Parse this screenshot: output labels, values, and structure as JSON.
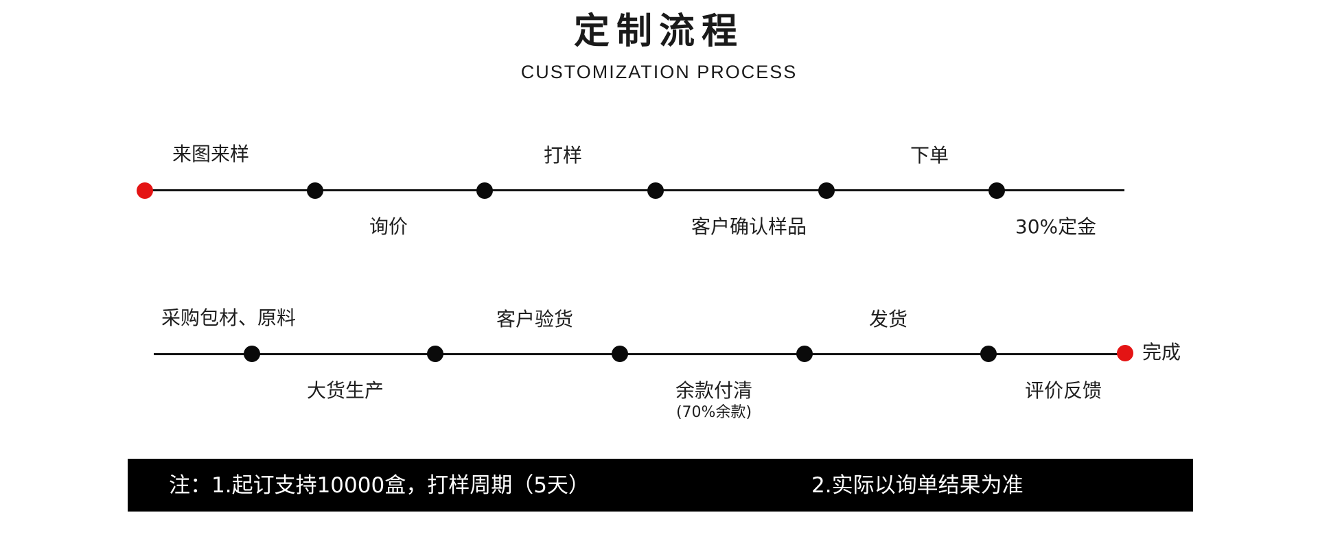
{
  "header": {
    "title": "定制流程",
    "subtitle": "CUSTOMIZATION PROCESS"
  },
  "colors": {
    "accent_dot": "#e41414",
    "dot": "#0a0a0a",
    "line": "#111111",
    "note_bar": "#000000",
    "note_text": "#ffffff"
  },
  "row1": {
    "steps": [
      "来图来样",
      "询价",
      "打样",
      "客户确认样品",
      "下单",
      "30%定金"
    ]
  },
  "row2": {
    "steps": [
      "采购包材、原料",
      "大货生产",
      "客户验货",
      "余款付清",
      "发货",
      "评价反馈",
      "完成"
    ],
    "note": "(70%余款)"
  },
  "footer": {
    "note1": "注：1.起订支持10000盒，打样周期（5天）",
    "note2": "2.实际以询单结果为准"
  }
}
